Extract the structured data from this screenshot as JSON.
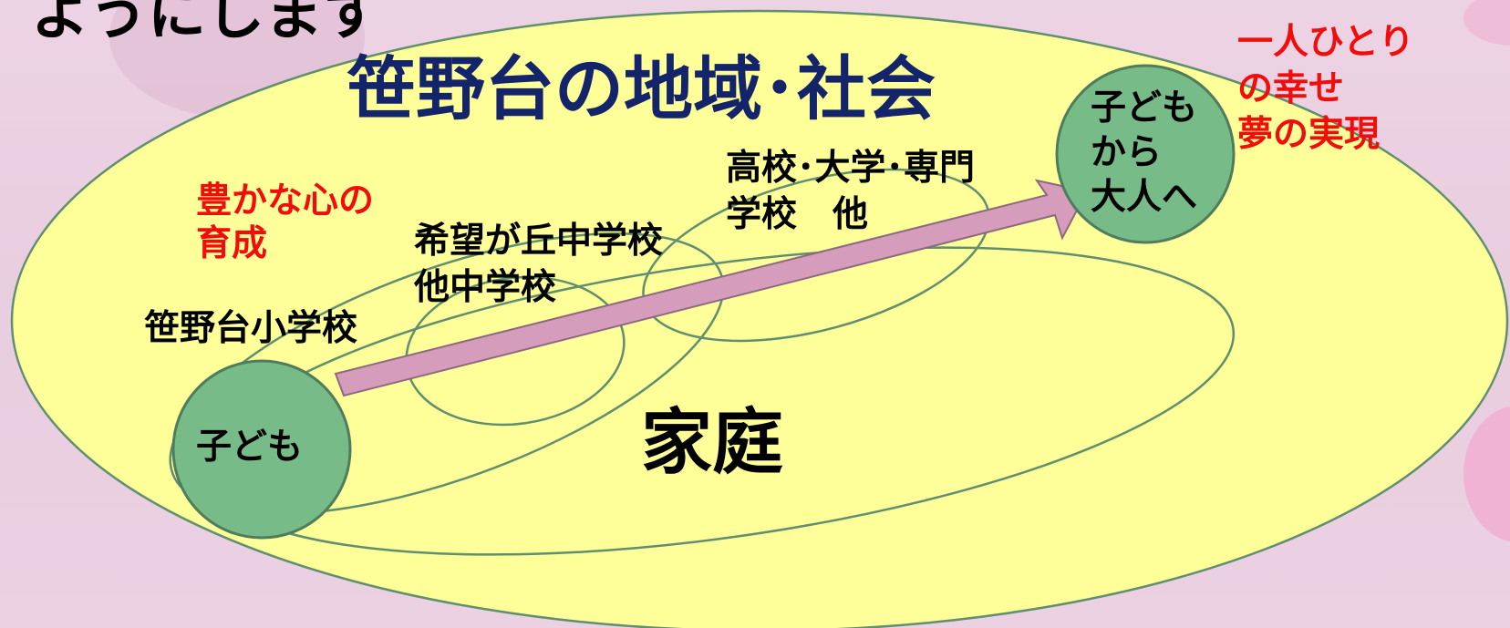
{
  "page_title": "ようにします",
  "region_title": "笹野台の地域･社会",
  "labels": {
    "enrichment": "豊かな心の\n育成",
    "happiness": "一人ひとり\nの幸せ\n夢の実現",
    "elementary": "笹野台小学校",
    "middle": "希望が丘中学校\n他中学校",
    "higher": "高校･大学･専門\n学校　他",
    "home": "家庭",
    "child": "子ども",
    "adult": "子ども\nから\n大人へ"
  },
  "colors": {
    "background": "#ecd3e3",
    "community_fill": "#ffff99",
    "ring_stroke": "#5f8f6e",
    "circle_fill": "#77bb88",
    "arrow_fill": "#d59dbb",
    "title_navy": "#13246b",
    "accent_red": "#f20d0d"
  }
}
